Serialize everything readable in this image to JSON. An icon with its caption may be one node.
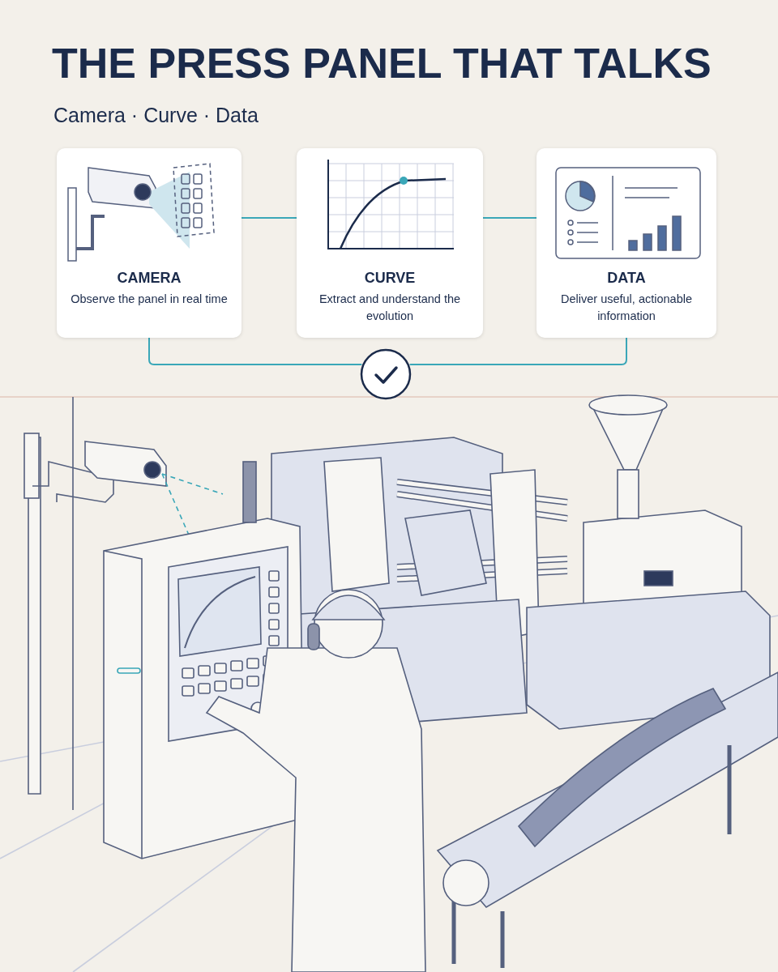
{
  "diagram": {
    "title": "THE PRESS PANEL THAT TALKS",
    "nodes": [
      {
        "text": [
          "CAMERA",
          "Observe the panel in real time"
        ]
      },
      {
        "text": [
          "CURVE",
          "Extract and understand the evolution"
        ]
      },
      {
        "text": [
          "DATA",
          "Deliver useful, actionable information"
        ]
      },
      {
        "text": [],
        "shape": "circle"
      }
    ],
    "edges": [
      {
        "from": 0,
        "to": 1,
        "arrow": "none"
      },
      {
        "from": 1,
        "to": 2,
        "arrow": "none"
      },
      {
        "from": 0,
        "to": 3,
        "arrow": "none"
      },
      {
        "from": 2,
        "to": 3,
        "arrow": "none"
      }
    ],
    "labels": [
      "Camera · Curve · Data"
    ]
  }
}
